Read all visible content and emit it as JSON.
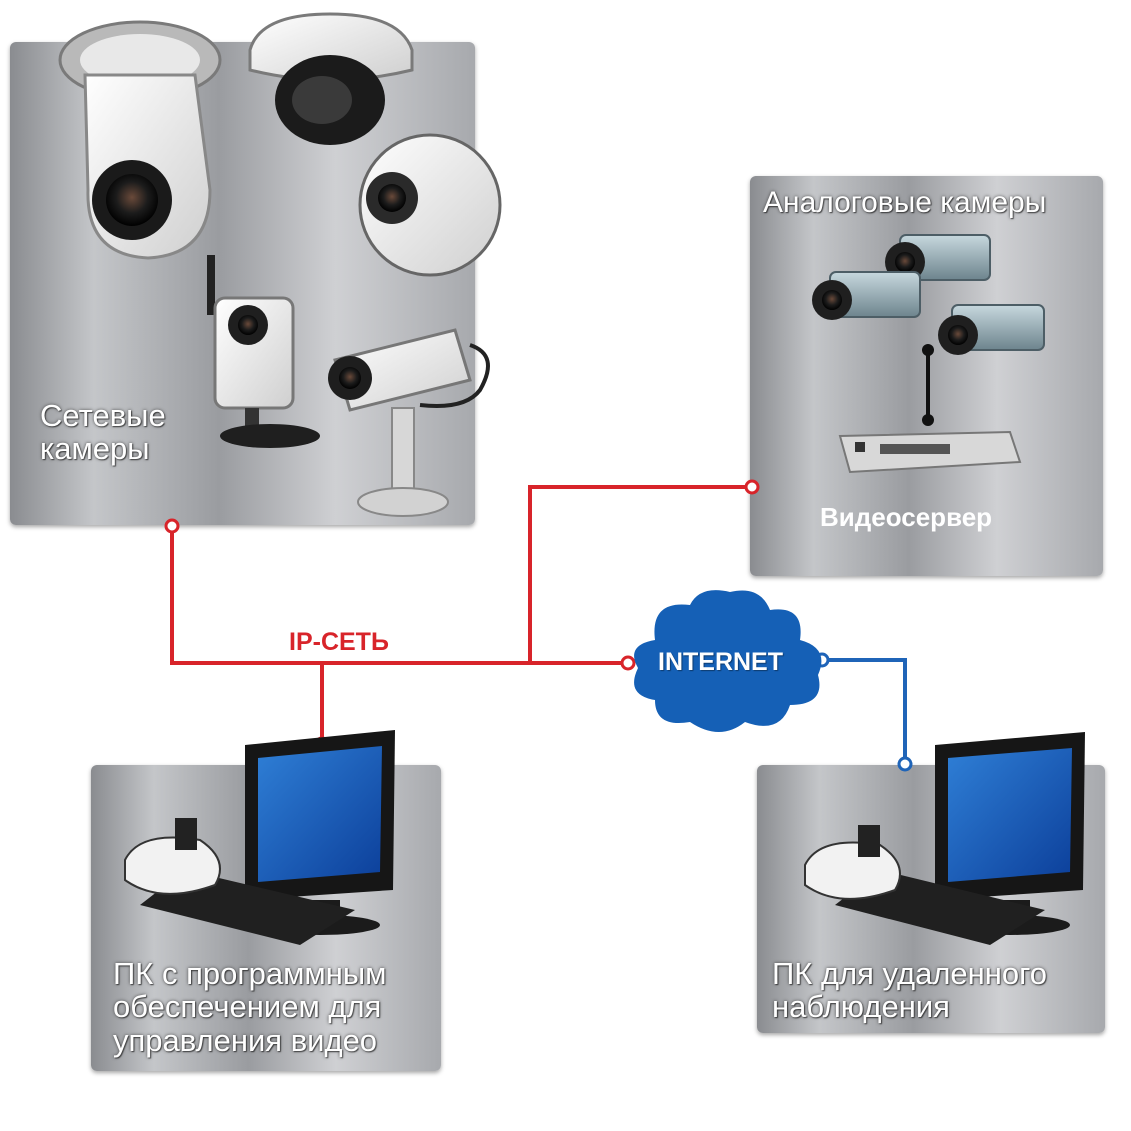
{
  "groups": {
    "network_cameras": {
      "label": "Сетевые камеры"
    },
    "analog_cameras": {
      "label": "Аналоговые камеры",
      "server_label": "Видеосервер"
    },
    "pc_management": {
      "label": "ПК с программным обеспечением для управления видео"
    },
    "pc_remote": {
      "label": "ПК для удаленного наблюдения"
    }
  },
  "network": {
    "ip_label": "IP-СЕТЬ",
    "internet_label": "INTERNET"
  },
  "colors": {
    "ip_link": "#d8242a",
    "internet_link": "#1f64b8",
    "cloud": "#1560b6",
    "panel": "#a8aaad"
  }
}
